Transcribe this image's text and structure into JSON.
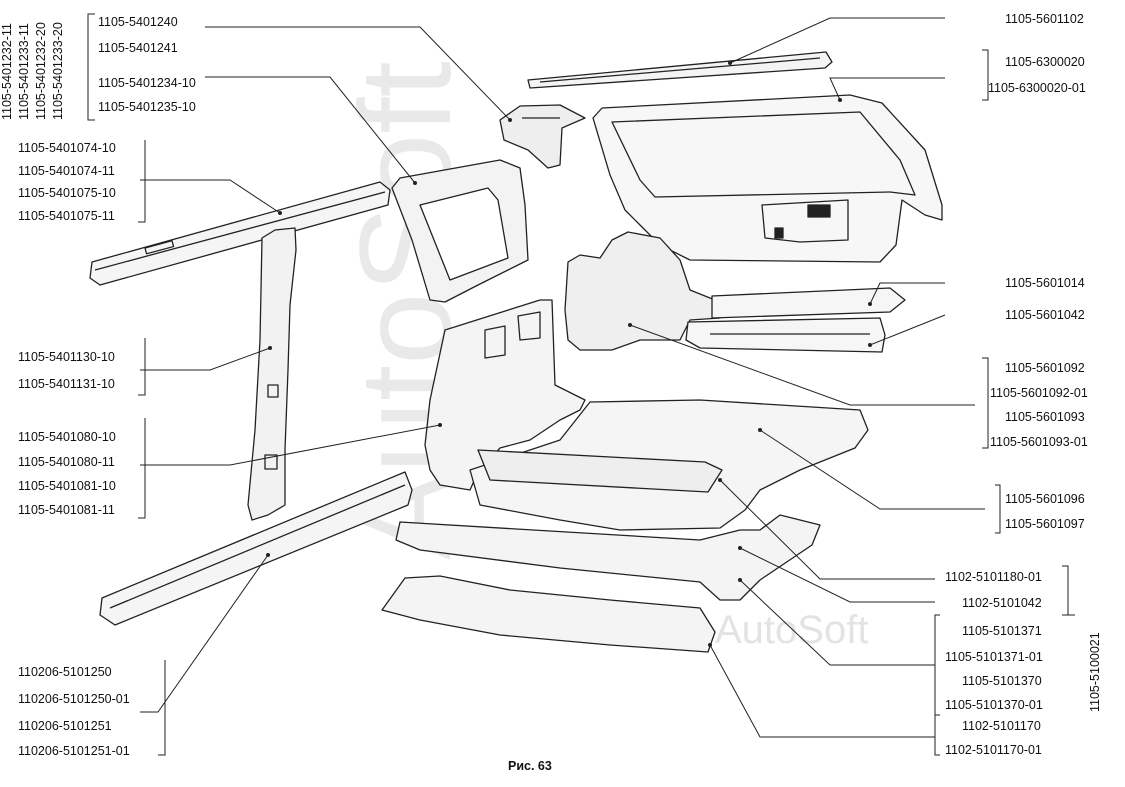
{
  "figure_caption": "Рис. 63",
  "watermarks": [
    "AutoSoft",
    "AutoSoft"
  ],
  "callouts_left": {
    "g1": [
      "1105-5401240",
      "1105-5401241"
    ],
    "g2": [
      "1105-5401234-10",
      "1105-5401235-10"
    ],
    "g_vertical": [
      "1105-5401232-11",
      "1105-5401233-11",
      "1105-5401232-20",
      "1105-5401233-20"
    ],
    "g3": [
      "1105-5401074-10",
      "1105-5401074-11",
      "1105-5401075-10",
      "1105-5401075-11"
    ],
    "g4": [
      "1105-5401130-10",
      "1105-5401131-10"
    ],
    "g5": [
      "1105-5401080-10",
      "1105-5401080-11",
      "1105-5401081-10",
      "1105-5401081-11"
    ],
    "g6": [
      "110206-5101250",
      "110206-5101250-01",
      "110206-5101251",
      "110206-5101251-01"
    ]
  },
  "callouts_right": {
    "r1": [
      "1105-5601102"
    ],
    "r2": [
      "1105-6300020",
      "1105-6300020-01"
    ],
    "r3": [
      "1105-5601014"
    ],
    "r4": [
      "1105-5601042"
    ],
    "r5": [
      "1105-5601092",
      "1105-5601092-01",
      "1105-5601093",
      "1105-5601093-01"
    ],
    "r6": [
      "1105-5601096",
      "1105-5601097"
    ],
    "r7": [
      "1102-5101180-01"
    ],
    "r8": [
      "1102-5101042"
    ],
    "r9": [
      "1105-5101371",
      "1105-5101371-01",
      "1105-5101370",
      "1105-5101370-01"
    ],
    "r10": [
      "1102-5101170",
      "1102-5101170-01"
    ],
    "r_vertical": [
      "1105-5100021"
    ]
  }
}
